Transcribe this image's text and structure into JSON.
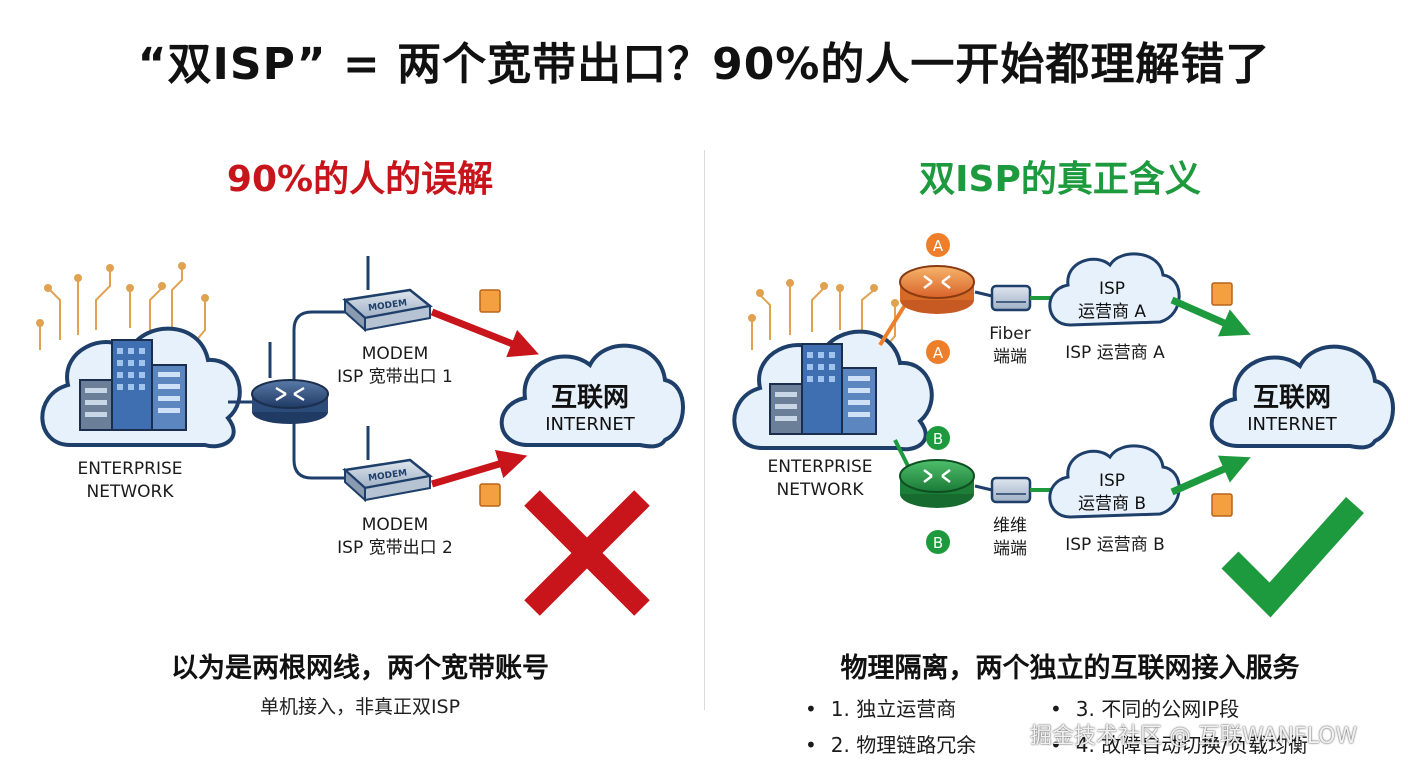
{
  "title": "“双ISP” = 两个宽带出口？90%的人一开始都理解错了",
  "left": {
    "heading": "90%的人的误解",
    "enterprise_label": [
      "ENTERPRISE",
      "NETWORK"
    ],
    "modem1": {
      "device_text": "MODEM",
      "label": [
        "MODEM",
        "ISP 宽带出口 1"
      ]
    },
    "modem2": {
      "device_text": "MODEM",
      "label": [
        "MODEM",
        "ISP 宽带出口 2"
      ]
    },
    "internet": {
      "cn": "互联网",
      "en": "INTERNET"
    },
    "summary": "以为是两根网线，两个宽带账号",
    "sub": "单机接入，非真正双ISP"
  },
  "right": {
    "heading": "双ISP的真正含义",
    "enterprise_label": [
      "ENTERPRISE",
      "NETWORK"
    ],
    "router_a_badge": "A",
    "router_b_badge": "B",
    "terminal_a_label": [
      "Fiber",
      "端端"
    ],
    "terminal_b_label": [
      "维维",
      "端端"
    ],
    "cloud_a": [
      "ISP",
      "运营商 A"
    ],
    "cloud_b": [
      "ISP",
      "运营商 B"
    ],
    "isp_a_label": "ISP 运营商 A",
    "isp_b_label": "ISP 运营商 B",
    "internet": {
      "cn": "互联网",
      "en": "INTERNET"
    },
    "summary": "物理隔离，两个独立的互联网接入服务",
    "bullets": [
      "1. 独立运营商",
      "3. 不同的公网IP段",
      "2. 物理链路冗余",
      "4. 故障自动切换/负载均衡"
    ]
  },
  "watermark": "掘金技术社区 @ 互联WANFLOW",
  "colors": {
    "wrong": "#c8151b",
    "right": "#1e9a3e",
    "orange": "#ee7f2a",
    "cloud_fill": "#e7f1fb",
    "cloud_stroke": "#1f3f6b"
  }
}
